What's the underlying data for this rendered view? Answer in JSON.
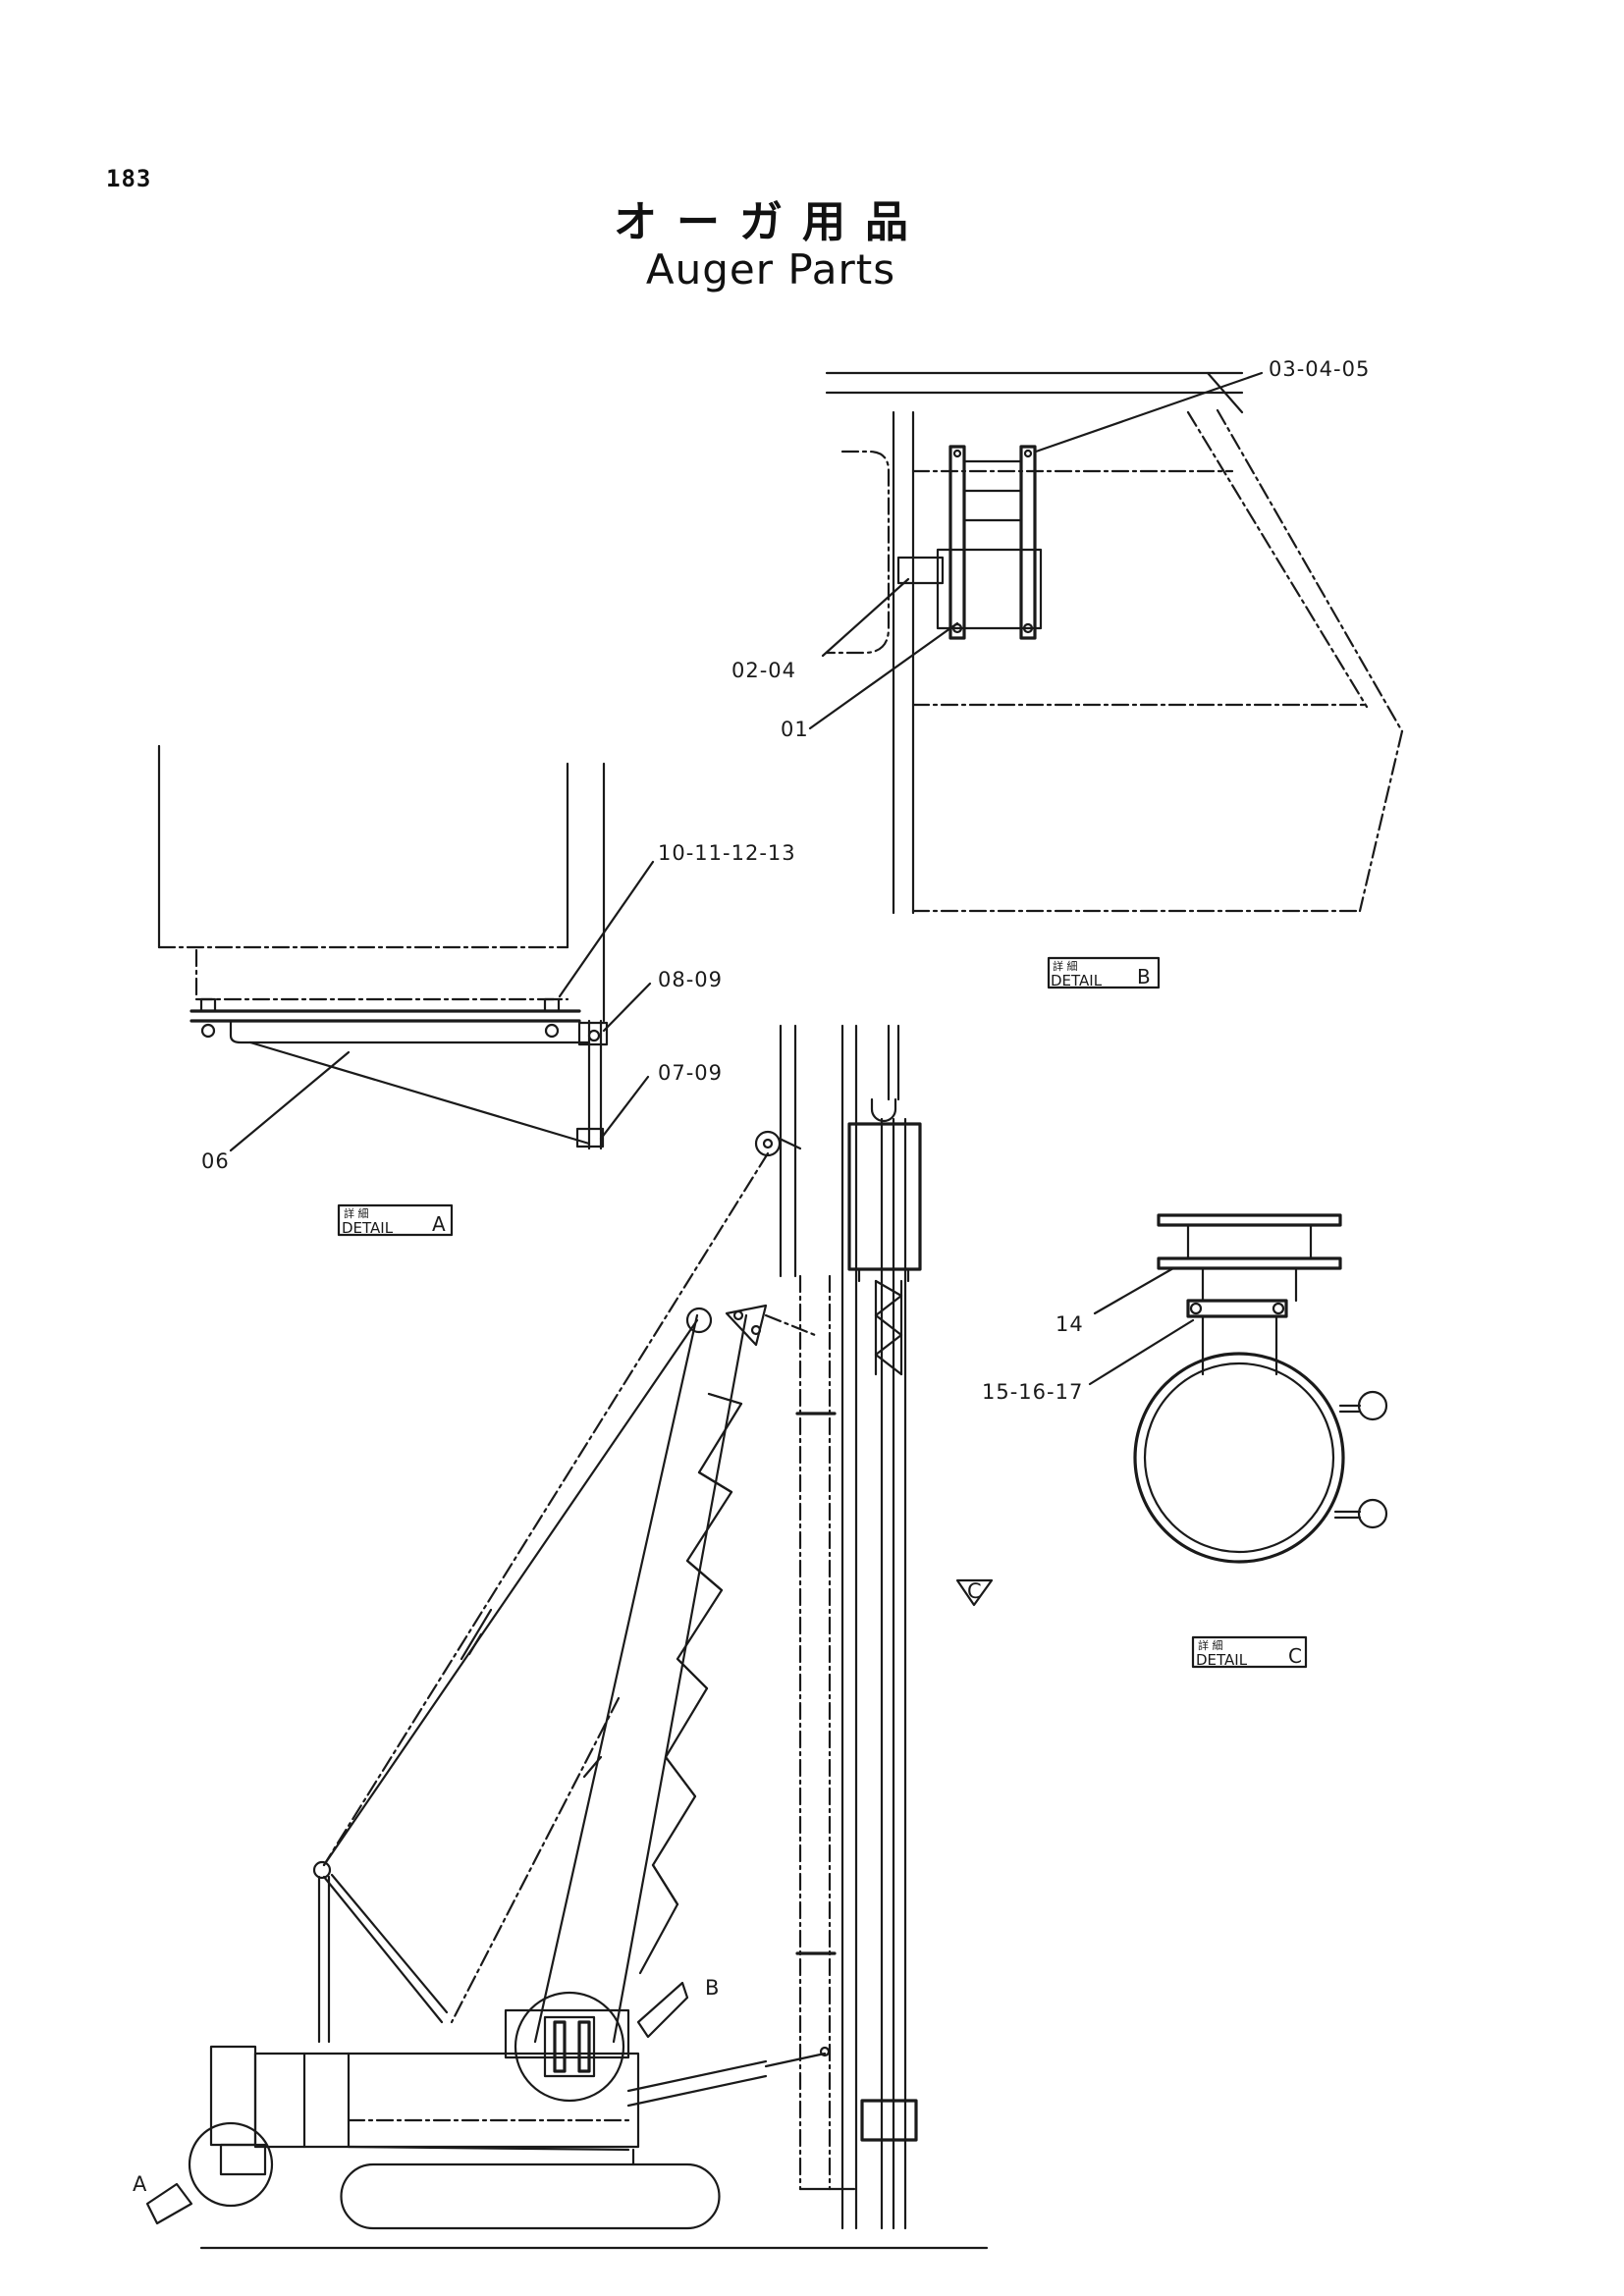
{
  "page_number": "183",
  "title_ja": "オーガ用品",
  "title_en": "Auger Parts",
  "callouts": {
    "c_03_04_05": "03-04-05",
    "c_02_04": "02-04",
    "c_01": "01",
    "c_10_11_12_13": "10-11-12-13",
    "c_08_09": "08-09",
    "c_07_09": "07-09",
    "c_06": "06",
    "c_14": "14",
    "c_15_16_17": "15-16-17"
  },
  "details": {
    "a": {
      "small": "詳 細",
      "word": "DETAIL",
      "letter": "A"
    },
    "b": {
      "small": "詳 細",
      "word": "DETAIL",
      "letter": "B"
    },
    "c": {
      "small": "詳 細",
      "word": "DETAIL",
      "letter": "C"
    }
  },
  "view_markers": {
    "a": "A",
    "b": "B",
    "c": "C"
  }
}
